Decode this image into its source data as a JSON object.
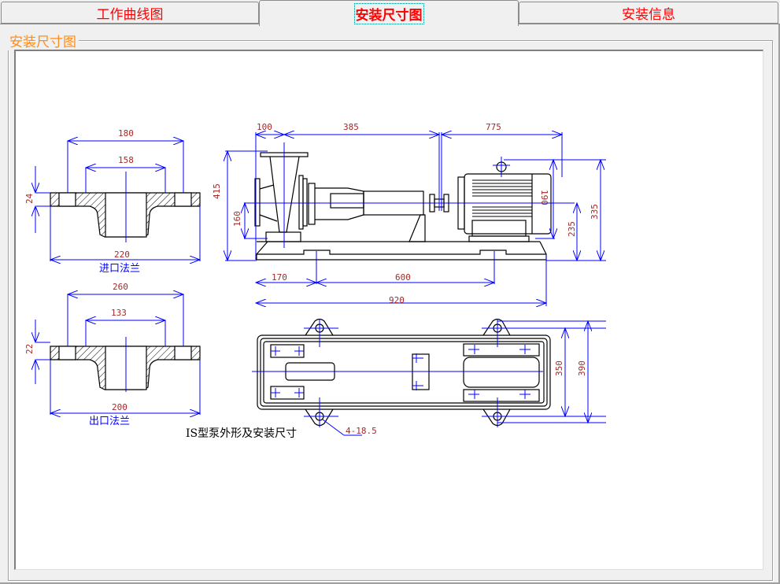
{
  "tabs": [
    {
      "label": "工作曲线图",
      "active": false
    },
    {
      "label": "安装尺寸图",
      "active": true
    },
    {
      "label": "安装信息",
      "active": false
    }
  ],
  "group": {
    "title": "安装尺寸图"
  },
  "drawing": {
    "caption": "IS型泵外形及安装尺寸",
    "inlet_flange": {
      "label": "进口法兰",
      "dims": {
        "bolt_circle": "180",
        "raised_face": "158",
        "thickness": "24",
        "outer_diameter": "220"
      }
    },
    "outlet_flange": {
      "label": "出口法兰",
      "dims": {
        "bolt_circle": "260",
        "raised_face": "133",
        "thickness": "22",
        "outer_diameter": "200"
      }
    },
    "side_view": {
      "dims": {
        "suction_offset": "100",
        "pump_length": "385",
        "motor_length": "775",
        "total_height": "415",
        "shaft_height_pump": "160",
        "motor_half_height": "190",
        "motor_shaft_height": "235",
        "motor_top_height": "335",
        "base_offset": "170",
        "hole_spacing": "600",
        "base_length": "920"
      }
    },
    "plan_view": {
      "dims": {
        "hole_spacing_width": "350",
        "base_width": "390",
        "anchor_holes": "4-18.5"
      }
    }
  }
}
